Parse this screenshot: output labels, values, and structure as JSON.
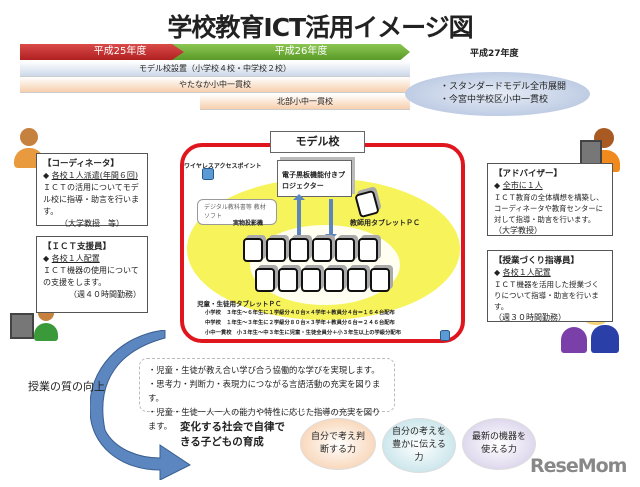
{
  "title": "学校教育ICT活用イメージ図",
  "timeline": {
    "y25": "平成25年度",
    "y26": "平成26年度",
    "y27": "平成27年度",
    "rows": [
      "モデル校設置（小学校４校・中学校２校）",
      "やたなか小中一貫校",
      "北部小中一貫校"
    ],
    "y27_items": [
      "・スタンダードモデル全市展開",
      "・今宮中学校区小中一貫校"
    ]
  },
  "coordinator": {
    "title": "【コーディネータ】",
    "sub": "各校１人派遣(年間６回)",
    "body": "ＩＣＴの活用についてモデル校に指導・助言を行います。",
    "note": "（大学教授　等）"
  },
  "ict_support": {
    "title": "【ＩＣＴ支援員】",
    "sub": "各校１人配置",
    "body": "ＩＣＴ機器の使用についての支援をします。",
    "note": "（週４０時間勤務）"
  },
  "adviser": {
    "title": "【アドバイザー】",
    "sub": "全市に１人",
    "body": "ＩＣＴ教育の全体構想を構築し、コーディネータや教育センターに対して指導・助言を行います。",
    "note": "（大学教授）"
  },
  "lesson_guide": {
    "title": "【授業づくり指導員】",
    "sub": "各校１人配置",
    "body": "ＩＣＴ機器を活用した授業づくりについて指導・助言を行います。",
    "note": "（週３０時間勤務）"
  },
  "model": {
    "label": "モデル校",
    "wifi": "ワイヤレスアクセスポイント",
    "projector": "電子黒板機能付きプロジェクター",
    "software": "デジタル教科書等 教材ソフト",
    "camera": "実物投影機",
    "teacher_pc": "教師用タブレットＰＣ",
    "student_pc": "児童・生徒用タブレットＰＣ",
    "lines": [
      "小学校　３年生～６年生に１学級分４０台×４学年＋教員分４台＝１６４台配布",
      "中学校　１年生～３年生に２学級分８０台×３学年＋教員分６台＝２４６台配布",
      "小中一貫校　小３年生～中３年生に児童・生徒全員分＋小３年生以上の学級分配布"
    ]
  },
  "quality": "授業の質の向上",
  "bullets": [
    "・児童・生徒が教え合い学び合う協働的な学びを実現します。",
    "・思考力・判断力・表現力につながる言語活動の充実を図ります。",
    "・児童・生徒一人一人の能力や特性に応じた指導の充実を図ります。"
  ],
  "goal": "変化する社会で自律できる子どもの育成",
  "circles": [
    "自分で考え判断する力",
    "自分の考えを豊かに伝える力",
    "最新の機器を使える力"
  ],
  "logo": "ReseMom",
  "colors": {
    "red": "#c0282a",
    "green": "#6aa832",
    "blue": "#5b86c0"
  }
}
